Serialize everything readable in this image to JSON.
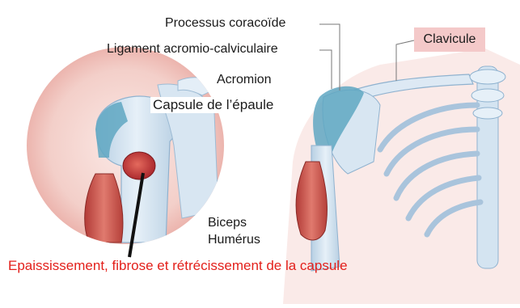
{
  "labels": {
    "processus_coracoide": "Processus coracoïde",
    "ligament": "Ligament acromio-calviculaire",
    "acromion": "Acromion",
    "capsule": "Capsule de l’épaule",
    "clavicule": "Clavicule",
    "biceps": "Biceps",
    "humerus": "Humérus"
  },
  "caption": "Epaississement, fibrose et rétrécissement de la capsule",
  "colors": {
    "caption": "#e3201b",
    "clavicule_box": "#f4c9c9",
    "bone": "#cfe0ee",
    "cartilage": "#5fa7c2",
    "muscle": "#c8504c",
    "inflamed_capsule": "#c43a3a",
    "skin_disc": "#f2c4c0"
  }
}
